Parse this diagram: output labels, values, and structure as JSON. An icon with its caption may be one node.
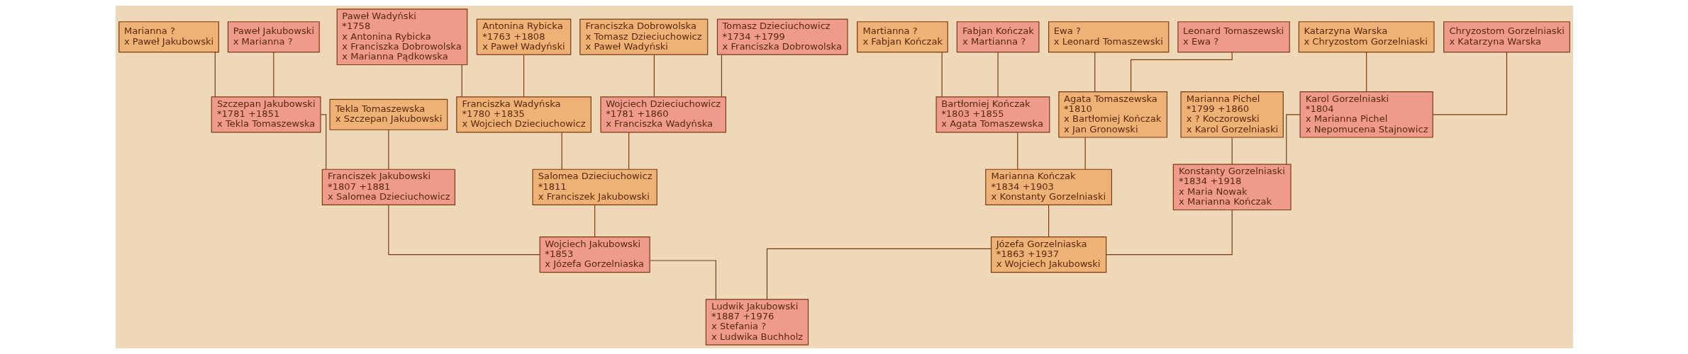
{
  "diagram": {
    "nodes": [
      {
        "text": [
          "Marianna ?",
          "x Paweł Jakubowski"
        ]
      },
      {
        "text": [
          "Paweł Jakubowski",
          "x Marianna ?"
        ]
      },
      {
        "text": [
          "Paweł Wadyński",
          "*1758",
          "x Antonina Rybicka",
          "x Franciszka Dobrowolska",
          "x Marianna Pądkowska"
        ]
      },
      {
        "text": [
          "Antonina Rybicka",
          "*1763 +1808",
          "x Paweł Wadyński"
        ]
      },
      {
        "text": [
          "Franciszka Dobrowolska",
          "x Tomasz Dzieciuchowicz",
          "x Paweł Wadyński"
        ]
      },
      {
        "text": [
          "Tomasz Dzieciuchowicz",
          "*1734 +1799",
          "x Franciszka Dobrowolska"
        ]
      },
      {
        "text": [
          "Martianna ?",
          "x Fabjan Kończak"
        ]
      },
      {
        "text": [
          "Fabjan Kończak",
          "x Martianna ?"
        ]
      },
      {
        "text": [
          "Ewa ?",
          "x Leonard Tomaszewski"
        ]
      },
      {
        "text": [
          "Leonard Tomaszewski",
          "x Ewa ?"
        ]
      },
      {
        "text": [
          "Katarzyna Warska",
          "x Chryzostom Gorzelniaski"
        ]
      },
      {
        "text": [
          "Chryzostom Gorzelniaski",
          "x Katarzyna Warska"
        ]
      },
      {
        "text": [
          "Tekla Tomaszewska",
          "x Szczepan Jakubowski"
        ]
      },
      {
        "text": [
          "Szczepan Jakubowski",
          "*1781 +1851",
          "x Tekla Tomaszewska"
        ]
      },
      {
        "text": [
          "Franciszka Wadyńska",
          "*1780 +1835",
          "x Wojciech Dzieciuchowicz"
        ]
      },
      {
        "text": [
          "Wojciech Dzieciuchowicz",
          "*1781 +1860",
          "x Franciszka Wadyńska"
        ]
      },
      {
        "text": [
          "Bartłomiej Kończak",
          "*1803 +1855",
          "x Agata Tomaszewska"
        ]
      },
      {
        "text": [
          "Agata Tomaszewska",
          "*1810",
          "x Bartłomiej Kończak",
          "x Jan Gronowski"
        ]
      },
      {
        "text": [
          "Marianna Pichel",
          "*1799 +1860",
          "x ? Koczorowski",
          "x Karol Gorzelniaski"
        ]
      },
      {
        "text": [
          "Karol Gorzelniaski",
          "*1804",
          "x Marianna Pichel",
          "x Nepomucena Stajnowicz"
        ]
      },
      {
        "text": [
          "Franciszek Jakubowski",
          "*1807 +1881",
          "x Salomea Dzieciuchowicz"
        ]
      },
      {
        "text": [
          "Salomea Dzieciuchowicz",
          "*1811",
          "x Franciszek Jakubowski"
        ]
      },
      {
        "text": [
          "Marianna Kończak",
          "*1834 +1903",
          "x Konstanty Gorzelniaski"
        ]
      },
      {
        "text": [
          "Konstanty Gorzelniaski",
          "*1834 +1918",
          "x Maria Nowak",
          "x Marianna Kończak"
        ]
      },
      {
        "text": [
          "Wojciech Jakubowski",
          "*1853",
          "x Józefa Gorzelniaska"
        ]
      },
      {
        "text": [
          "Józefa Gorzelniaska",
          "*1863 +1937",
          "x Wojciech Jakubowski"
        ]
      },
      {
        "text": [
          "Ludwik Jakubowski",
          "*1887 +1976",
          "x Stefania ?",
          "x Ludwika Buchholz"
        ]
      }
    ],
    "edges": [
      {
        "from": 0,
        "to": 13,
        "arrow": "none"
      },
      {
        "from": 1,
        "to": 13,
        "arrow": "none"
      },
      {
        "from": 2,
        "to": 14,
        "arrow": "none"
      },
      {
        "from": 3,
        "to": 14,
        "arrow": "none"
      },
      {
        "from": 4,
        "to": 15,
        "arrow": "none"
      },
      {
        "from": 5,
        "to": 15,
        "arrow": "none"
      },
      {
        "from": 6,
        "to": 16,
        "arrow": "none"
      },
      {
        "from": 7,
        "to": 16,
        "arrow": "none"
      },
      {
        "from": 8,
        "to": 17,
        "arrow": "none"
      },
      {
        "from": 9,
        "to": 17,
        "arrow": "none"
      },
      {
        "from": 10,
        "to": 19,
        "arrow": "none"
      },
      {
        "from": 11,
        "to": 19,
        "arrow": "none"
      },
      {
        "from": 12,
        "to": 20,
        "arrow": "none"
      },
      {
        "from": 13,
        "to": 20,
        "arrow": "none"
      },
      {
        "from": 14,
        "to": 21,
        "arrow": "none"
      },
      {
        "from": 15,
        "to": 21,
        "arrow": "none"
      },
      {
        "from": 16,
        "to": 22,
        "arrow": "none"
      },
      {
        "from": 17,
        "to": 22,
        "arrow": "none"
      },
      {
        "from": 18,
        "to": 23,
        "arrow": "none"
      },
      {
        "from": 19,
        "to": 23,
        "arrow": "none"
      },
      {
        "from": 20,
        "to": 24,
        "arrow": "none"
      },
      {
        "from": 21,
        "to": 24,
        "arrow": "none"
      },
      {
        "from": 22,
        "to": 25,
        "arrow": "none"
      },
      {
        "from": 23,
        "to": 25,
        "arrow": "none"
      },
      {
        "from": 24,
        "to": 26,
        "arrow": "none"
      },
      {
        "from": 25,
        "to": 26,
        "arrow": "none"
      }
    ]
  }
}
